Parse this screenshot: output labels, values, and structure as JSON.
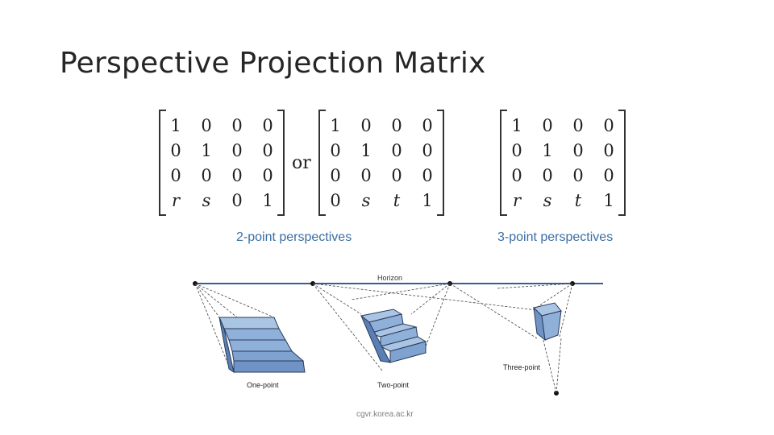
{
  "title": "Perspective Projection Matrix",
  "matrices": {
    "two_point_a": [
      [
        "1",
        "0",
        "0",
        "0"
      ],
      [
        "0",
        "1",
        "0",
        "0"
      ],
      [
        "0",
        "0",
        "0",
        "0"
      ],
      [
        "r",
        "s",
        "0",
        "1"
      ]
    ],
    "or_word": "or",
    "two_point_b": [
      [
        "1",
        "0",
        "0",
        "0"
      ],
      [
        "0",
        "1",
        "0",
        "0"
      ],
      [
        "0",
        "0",
        "0",
        "0"
      ],
      [
        "0",
        "s",
        "t",
        "1"
      ]
    ],
    "three_point": [
      [
        "1",
        "0",
        "0",
        "0"
      ],
      [
        "0",
        "1",
        "0",
        "0"
      ],
      [
        "0",
        "0",
        "0",
        "0"
      ],
      [
        "r",
        "s",
        "t",
        "1"
      ]
    ]
  },
  "captions": {
    "two_point": "2-point perspectives",
    "three_point": "3-point perspectives"
  },
  "figure": {
    "horizon_label": "Horizon",
    "one_point_label": "One-point",
    "two_point_label": "Two-point",
    "three_point_label": "Three-point"
  },
  "footer": "cgvr.korea.ac.kr"
}
